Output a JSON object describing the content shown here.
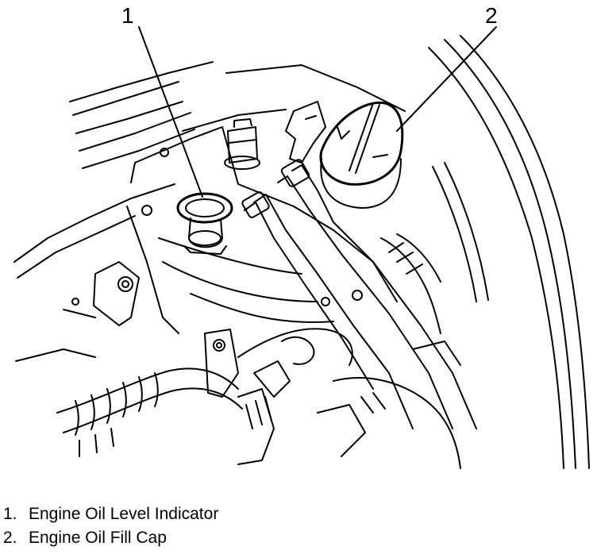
{
  "callouts": {
    "one": "1",
    "two": "2"
  },
  "legend": [
    {
      "number": "1.",
      "label": "Engine Oil Level Indicator"
    },
    {
      "number": "2.",
      "label": "Engine Oil Fill Cap"
    }
  ],
  "colors": {
    "line": "#000000",
    "background": "#ffffff"
  }
}
